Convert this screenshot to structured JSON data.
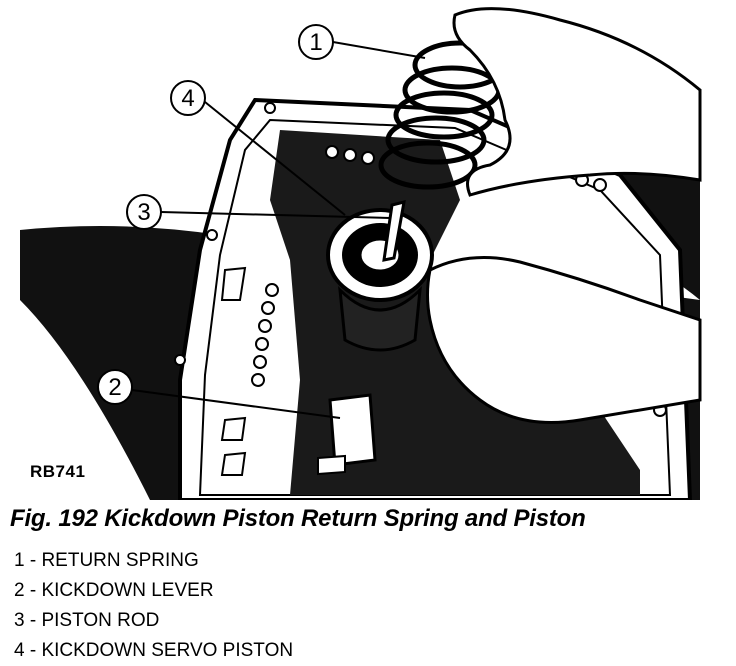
{
  "figure": {
    "code": "RB741",
    "caption": "Fig. 192 Kickdown Piston Return Spring and Piston",
    "callouts": [
      {
        "num": "1",
        "label": "1 - RETURN SPRING"
      },
      {
        "num": "2",
        "label": "2 - KICKDOWN LEVER"
      },
      {
        "num": "3",
        "label": "3 - PISTON ROD"
      },
      {
        "num": "4",
        "label": "4 - KICKDOWN SERVO PISTON"
      }
    ]
  }
}
